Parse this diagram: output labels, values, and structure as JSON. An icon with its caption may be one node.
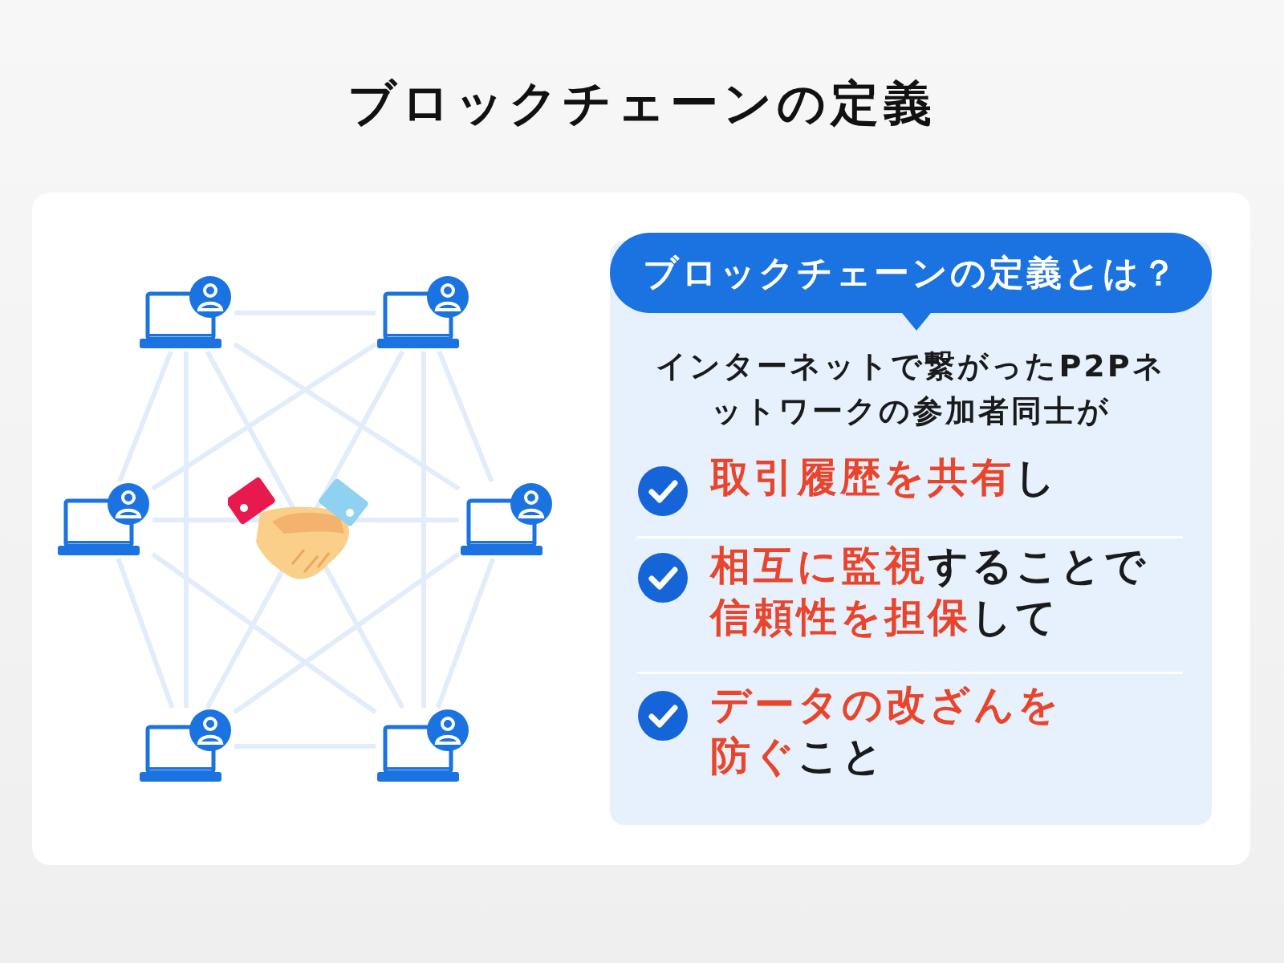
{
  "diagram": {
    "title": "ブロックチェーンの定義",
    "nodes": [
      {
        "text": [],
        "shape": "picture"
      },
      {
        "text": [],
        "shape": "picture"
      },
      {
        "text": [],
        "shape": "picture"
      },
      {
        "text": [],
        "shape": "picture"
      },
      {
        "text": [],
        "shape": "picture"
      },
      {
        "text": [],
        "shape": "picture"
      },
      {
        "text": [
          "インターネットで繋がったP2Pネットワークの参加者同士が",
          "**取引履歴を共有**し",
          "**相互に監視**することで**信頼性を担保**して",
          "**データの改ざんを防ぐ**こと"
        ]
      },
      {
        "text": [
          "ブロックチェーンの定義とは？"
        ],
        "in": 6
      }
    ],
    "edges": [
      {
        "from": 0,
        "to": 1,
        "arrow": "none"
      },
      {
        "from": 0,
        "to": 2,
        "arrow": "none"
      },
      {
        "from": 0,
        "to": 3,
        "arrow": "none"
      },
      {
        "from": 0,
        "to": 4,
        "arrow": "none"
      },
      {
        "from": 0,
        "to": 5,
        "arrow": "none"
      },
      {
        "from": 1,
        "to": 2,
        "arrow": "none"
      },
      {
        "from": 1,
        "to": 3,
        "arrow": "none"
      },
      {
        "from": 1,
        "to": 4,
        "arrow": "none"
      },
      {
        "from": 1,
        "to": 5,
        "arrow": "none"
      },
      {
        "from": 2,
        "to": 3,
        "arrow": "none"
      },
      {
        "from": 2,
        "to": 4,
        "arrow": "none"
      },
      {
        "from": 2,
        "to": 5,
        "arrow": "none"
      },
      {
        "from": 3,
        "to": 4,
        "arrow": "none"
      },
      {
        "from": 3,
        "to": 5,
        "arrow": "none"
      },
      {
        "from": 4,
        "to": 5,
        "arrow": "none"
      }
    ]
  }
}
